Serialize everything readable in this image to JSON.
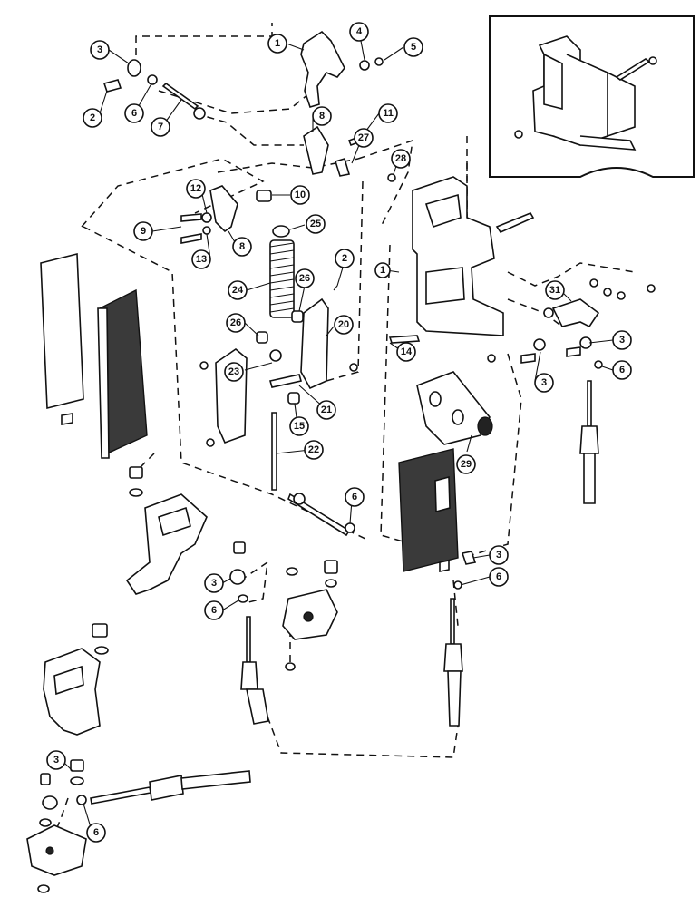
{
  "callouts": [
    "1",
    "2",
    "3",
    "4",
    "5",
    "6",
    "7",
    "8",
    "9",
    "10",
    "11",
    "12",
    "13",
    "14",
    "15",
    "20",
    "21",
    "22",
    "23",
    "24",
    "25",
    "26",
    "27",
    "28",
    "29",
    "31"
  ],
  "callout_ids": {
    "c1": "1",
    "c2a": "2",
    "c3a": "3",
    "c4": "4",
    "c5": "5",
    "c6a": "6",
    "c7": "7",
    "c8a": "8",
    "c11": "11",
    "c27": "27",
    "c28": "28",
    "c12": "12",
    "c10": "10",
    "c9": "9",
    "c8b": "8",
    "c13": "13",
    "c25": "25",
    "c2b": "2",
    "c24": "24",
    "c26a": "26",
    "c26b": "26",
    "c20": "20",
    "c23": "23",
    "c21": "21",
    "c15": "15",
    "c14": "14",
    "c22": "22",
    "c6b": "6",
    "c31": "31",
    "c3b": "3",
    "c3c": "3",
    "c6c": "6",
    "c29": "29",
    "c3d": "3",
    "c6d": "6",
    "c3e": "3",
    "c6e": "6",
    "c3f": "3",
    "c6f": "6",
    "c1b": "1"
  }
}
